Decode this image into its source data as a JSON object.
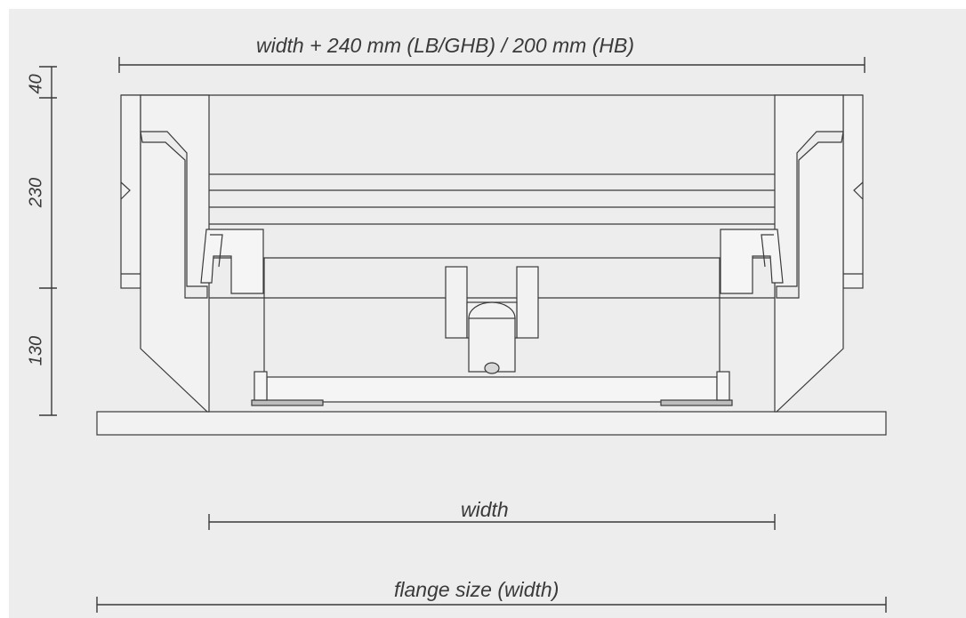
{
  "dimensions": {
    "top_width": "width + 240 mm (LB/GHB) / 200 mm (HB)",
    "inner_width": "width",
    "flange": "flange size (width)",
    "height_top": "40",
    "height_mid": "230",
    "height_bottom": "130"
  },
  "colors": {
    "background": "#ededed",
    "line": "#3a3a3a",
    "fill": "#f2f2f2",
    "border": "#ffffff"
  }
}
